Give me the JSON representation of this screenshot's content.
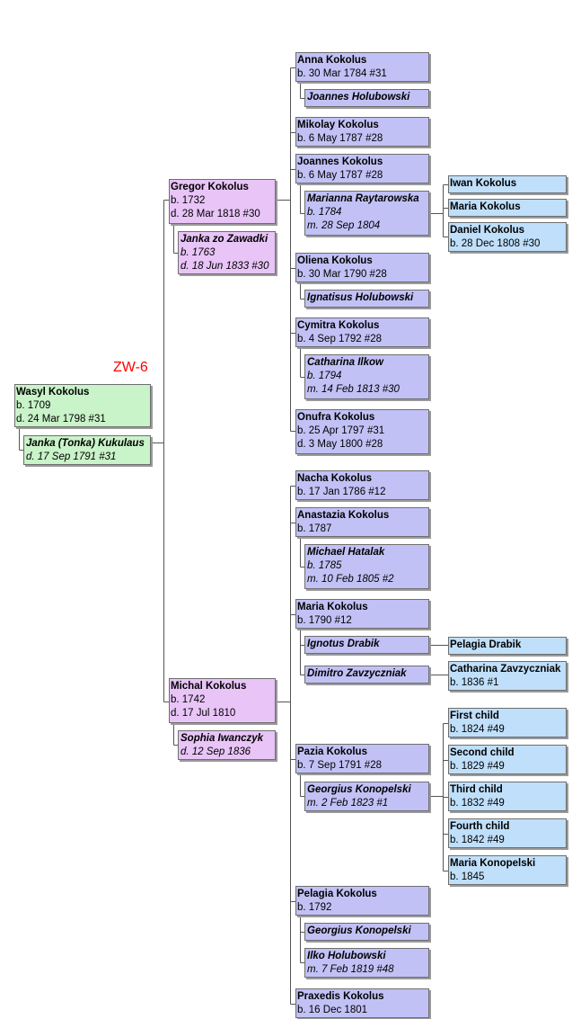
{
  "label": "ZW-6",
  "colors": {
    "root": "#c9f3c9",
    "generation_1": "#e8c4f7",
    "generation_2": "#c1c1f6",
    "generation_3": "#bfdffa",
    "label": "#ff0000",
    "line": "#555555"
  },
  "people": {
    "wasyl": {
      "name": "Wasyl Kokolus",
      "lines": [
        "b. 1709",
        "d. 24 Mar 1798 #31"
      ]
    },
    "janka_t": {
      "name": "Janka (Tonka) Kukulaus",
      "lines": [
        "d. 17 Sep 1791 #31"
      ]
    },
    "gregor": {
      "name": "Gregor Kokolus",
      "lines": [
        "b. 1732",
        "d. 28 Mar 1818 #30"
      ]
    },
    "janka_z": {
      "name": "Janka zo Zawadki",
      "lines": [
        "b. 1763",
        "d. 18 Jun 1833 #30"
      ]
    },
    "michal": {
      "name": "Michal Kokolus",
      "lines": [
        "b. 1742",
        "d. 17 Jul 1810"
      ]
    },
    "sophia": {
      "name": "Sophia Iwanczyk",
      "lines": [
        "d. 12 Sep 1836"
      ]
    },
    "anna": {
      "name": "Anna Kokolus",
      "lines": [
        "b. 30 Mar 1784 #31"
      ]
    },
    "joannes_h": {
      "name": "Joannes Holubowski",
      "lines": []
    },
    "mikolay": {
      "name": "Mikolay Kokolus",
      "lines": [
        "b. 6 May 1787 #28"
      ]
    },
    "joannes_k": {
      "name": "Joannes Kokolus",
      "lines": [
        "b. 6 May 1787 #28"
      ]
    },
    "marianna": {
      "name": "Marianna Raytarowska",
      "lines": [
        "b. 1784",
        "m. 28 Sep 1804"
      ]
    },
    "oliena": {
      "name": "Oliena Kokolus",
      "lines": [
        "b. 30 Mar 1790 #28"
      ]
    },
    "ignatisus": {
      "name": "Ignatisus Holubowski",
      "lines": []
    },
    "cymitra": {
      "name": "Cymitra Kokolus",
      "lines": [
        "b. 4 Sep 1792 #28"
      ]
    },
    "catharina_i": {
      "name": "Catharina Ilkow",
      "lines": [
        "b. 1794",
        "m. 14 Feb 1813 #30"
      ]
    },
    "onufra": {
      "name": "Onufra Kokolus",
      "lines": [
        "b. 25 Apr 1797 #31",
        "d. 3 May 1800 #28"
      ]
    },
    "iwan": {
      "name": "Iwan Kokolus",
      "lines": []
    },
    "maria_k3": {
      "name": "Maria Kokolus",
      "lines": []
    },
    "daniel": {
      "name": "Daniel Kokolus",
      "lines": [
        "b. 28 Dec 1808 #30"
      ]
    },
    "nacha": {
      "name": "Nacha Kokolus",
      "lines": [
        "b. 17 Jan 1786 #12"
      ]
    },
    "anastazia": {
      "name": "Anastazia Kokolus",
      "lines": [
        "b. 1787"
      ]
    },
    "michael_h": {
      "name": "Michael Hatalak",
      "lines": [
        "b. 1785",
        "m. 10 Feb 1805 #2"
      ]
    },
    "maria_k2": {
      "name": "Maria Kokolus",
      "lines": [
        "b. 1790 #12"
      ]
    },
    "ignotus": {
      "name": "Ignotus Drabik",
      "lines": []
    },
    "dimitro": {
      "name": "Dimitro Zavzyczniak",
      "lines": []
    },
    "pelagia_d": {
      "name": "Pelagia Drabik",
      "lines": []
    },
    "catharina_z": {
      "name": "Catharina Zavzyczniak",
      "lines": [
        "b. 1836 #1"
      ]
    },
    "pazia": {
      "name": "Pazia Kokolus",
      "lines": [
        "b. 7 Sep 1791 #28"
      ]
    },
    "georgius_1": {
      "name": "Georgius Konopelski",
      "lines": [
        "m. 2 Feb 1823 #1"
      ]
    },
    "first": {
      "name": "First child",
      "lines": [
        "b. 1824 #49"
      ]
    },
    "second": {
      "name": "Second child",
      "lines": [
        "b. 1829 #49"
      ]
    },
    "third": {
      "name": "Third child",
      "lines": [
        "b. 1832 #49"
      ]
    },
    "fourth": {
      "name": "Fourth child",
      "lines": [
        "b. 1842 #49"
      ]
    },
    "maria_kon": {
      "name": "Maria Konopelski",
      "lines": [
        "b. 1845"
      ]
    },
    "pelagia_k": {
      "name": "Pelagia Kokolus",
      "lines": [
        "b. 1792"
      ]
    },
    "georgius_2": {
      "name": "Georgius Konopelski",
      "lines": []
    },
    "ilko": {
      "name": "Ilko Holubowski",
      "lines": [
        "m. 7 Feb 1819 #48"
      ]
    },
    "praxedis": {
      "name": "Praxedis Kokolus",
      "lines": [
        "b. 16 Dec 1801"
      ]
    }
  }
}
